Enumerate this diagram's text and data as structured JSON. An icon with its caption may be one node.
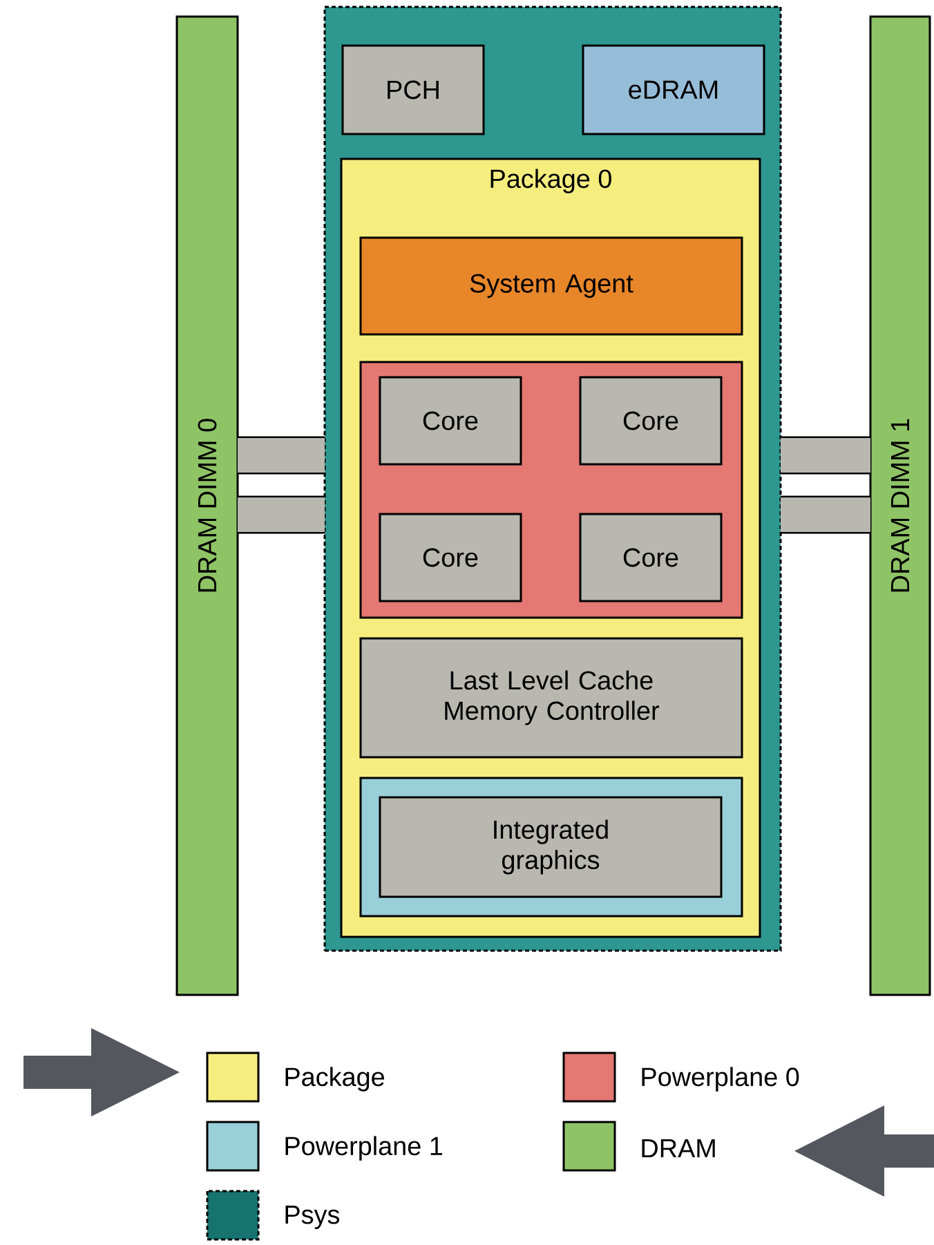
{
  "diagram": {
    "nodes": [
      {
        "text": [],
        "shape": "box"
      },
      {
        "text": [
          "PCH"
        ],
        "in": 0
      },
      {
        "text": [
          "eDRAM"
        ],
        "in": 0
      },
      {
        "text": [
          "Package 0"
        ],
        "in": 0
      },
      {
        "text": [
          "System Agent"
        ],
        "in": 3
      },
      {
        "text": [],
        "shape": "box",
        "in": 3
      },
      {
        "text": [
          "Core"
        ],
        "in": 5
      },
      {
        "text": [
          "Core"
        ],
        "in": 5
      },
      {
        "text": [
          "Core"
        ],
        "in": 5
      },
      {
        "text": [
          "Core"
        ],
        "in": 5
      },
      {
        "text": [
          "Last Level Cache Memory Controller"
        ],
        "in": 3
      },
      {
        "text": [],
        "shape": "box",
        "in": 3
      },
      {
        "text": [
          "Integrated graphics"
        ],
        "in": 11
      },
      {
        "text": [
          "DRAM DIMM 0"
        ]
      },
      {
        "text": [
          "DRAM DIMM 1"
        ]
      }
    ],
    "edges": [
      {
        "from": 13,
        "to": 0,
        "arrow": "none"
      },
      {
        "from": 13,
        "to": 0,
        "arrow": "none"
      },
      {
        "from": 0,
        "to": 14,
        "arrow": "none"
      },
      {
        "from": 0,
        "to": 14,
        "arrow": "none"
      }
    ],
    "legend": [
      {
        "text": "Package",
        "color": "#f5ee7f"
      },
      {
        "text": "Powerplane 0",
        "color": "#e57873"
      },
      {
        "text": "Powerplane 1",
        "color": "#99cfd8"
      },
      {
        "text": "DRAM",
        "color": "#8fc466"
      },
      {
        "text": "Psys",
        "color": "#167370"
      }
    ]
  }
}
